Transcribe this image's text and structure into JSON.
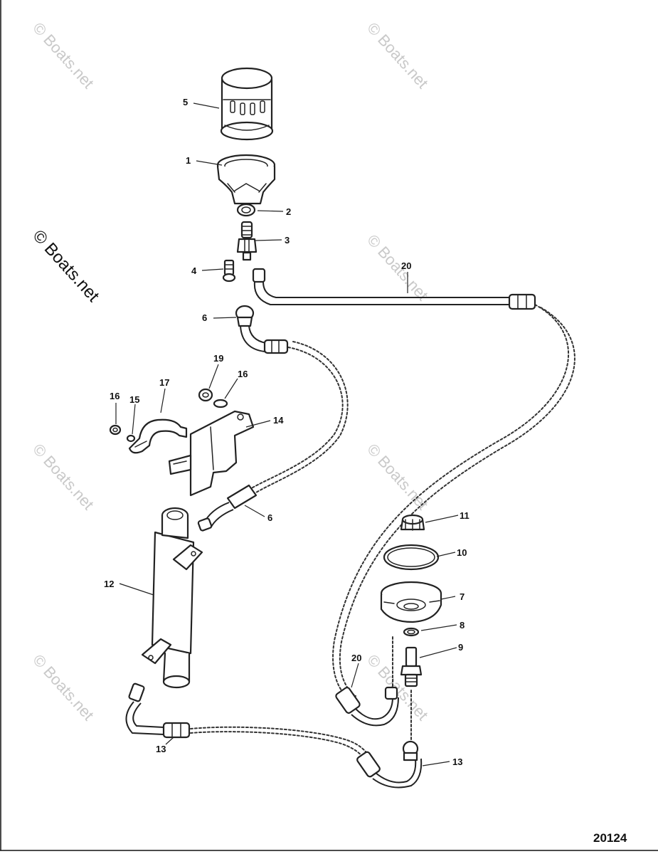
{
  "diagram": {
    "drawing_number": "20124",
    "watermark_primary": "© Boats.net",
    "watermark_faint": "© Boats.net",
    "callouts": {
      "c1": "1",
      "c2": "2",
      "c3": "3",
      "c4": "4",
      "c5": "5",
      "c6a": "6",
      "c6b": "6",
      "c7": "7",
      "c8": "8",
      "c9": "9",
      "c10": "10",
      "c11": "11",
      "c12": "12",
      "c13a": "13",
      "c13b": "13",
      "c14": "14",
      "c15": "15",
      "c16a": "16",
      "c16b": "16",
      "c17": "17",
      "c19": "19",
      "c20a": "20",
      "c20b": "20"
    }
  }
}
